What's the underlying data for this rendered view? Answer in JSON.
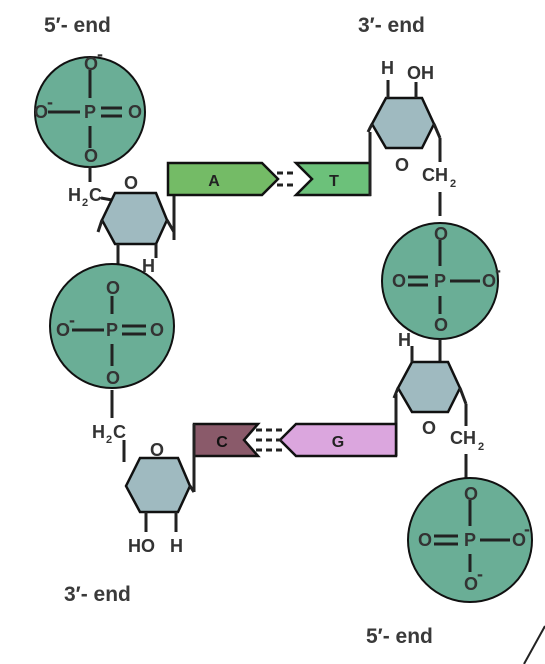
{
  "ends": {
    "top_left": "5′- end",
    "top_right": "3′- end",
    "bottom_left": "3′- end",
    "bottom_right": "5′- end"
  },
  "atoms": {
    "O": "O",
    "P": "P",
    "H": "H",
    "OH": "OH",
    "HO": "HO",
    "charge": "-",
    "double_bond": "="
  },
  "groups": {
    "ch2": "CH",
    "h2c_h": "H",
    "h2c_c": "C",
    "sub2": "2"
  },
  "bases": {
    "adenine": "A",
    "thymine": "T",
    "cytosine": "C",
    "guanine": "G"
  },
  "colors": {
    "phosphate": "#6aae96",
    "sugar": "#9fbac0",
    "adenine": "#74bb66",
    "thymine": "#6cc17a",
    "cytosine": "#8a5a6a",
    "guanine": "#dba6de"
  }
}
